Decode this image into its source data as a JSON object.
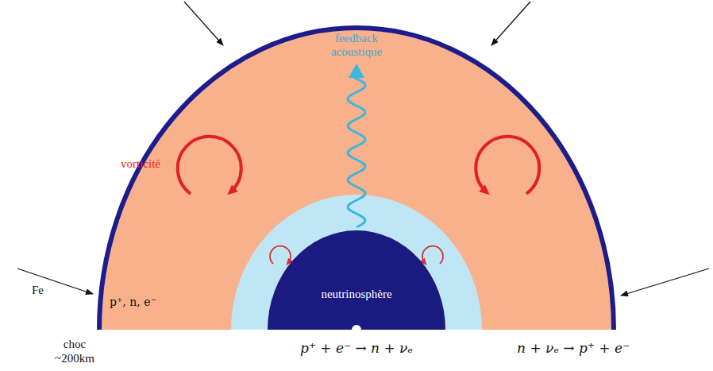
{
  "diagram": {
    "nodes": [
      {
        "text": [
          "feedback acoustique",
          "vorticité",
          "p⁺, n, e⁻"
        ]
      },
      {
        "text": [
          "neutrinosphère"
        ],
        "in": 0
      }
    ],
    "labels": [
      "Fe",
      "choc ~200km",
      "p⁺ + e⁻ → n + νₑ",
      "n + νₑ → p⁺ + e⁻"
    ]
  }
}
